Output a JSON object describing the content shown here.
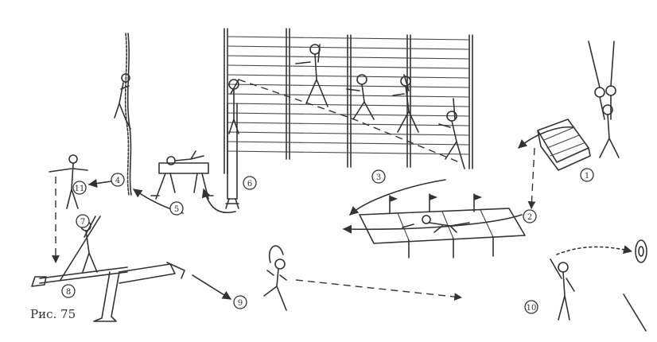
{
  "caption": "Рис. 75",
  "stations": {
    "s1": "1",
    "s2": "2",
    "s3": "3",
    "s4": "4",
    "s5": "5",
    "s6": "6",
    "s7": "7",
    "s8": "8",
    "s9": "9",
    "s10": "10",
    "s11": "11"
  }
}
